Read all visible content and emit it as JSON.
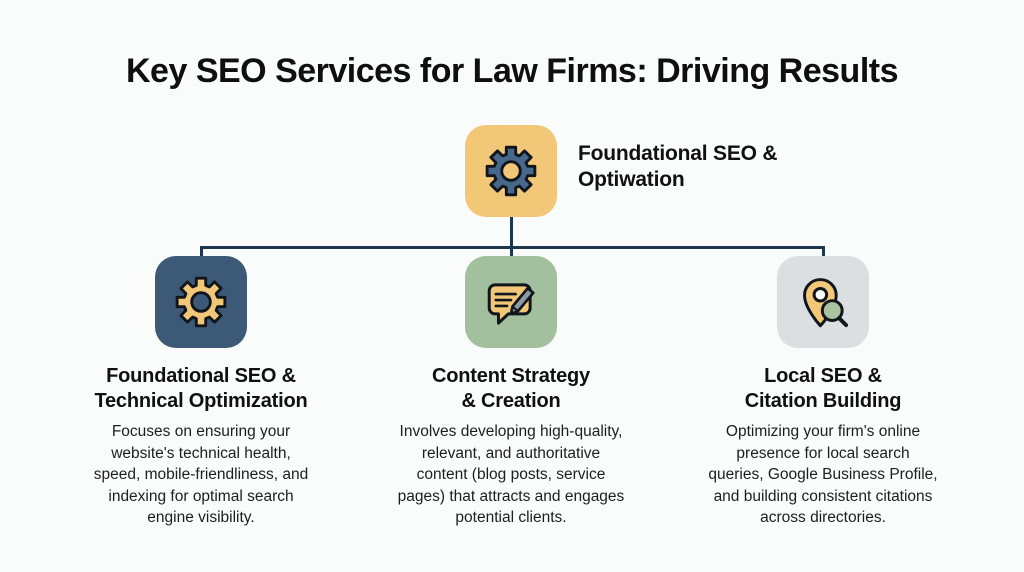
{
  "title": "Key SEO Services for Law Firms: Driving Results",
  "colors": {
    "background": "#fafbfb",
    "connector_line": "#1c384f",
    "tile_yellow": "#f2c778",
    "tile_dark_blue": "#3c5a78",
    "tile_green": "#a2c09d",
    "tile_gray": "#dcdfe2",
    "gear_slate": "#46688a",
    "pencil_gray": "#8d99a6",
    "lens_green": "#a9c3a0",
    "icon_outline": "#10161c"
  },
  "root_node": {
    "icon": "gear-icon",
    "label": [
      "Foundational SEO &",
      "Optiwation"
    ]
  },
  "branches": [
    {
      "icon": "gear-icon",
      "heading": [
        "Foundational SEO &",
        "Technical Optimization"
      ],
      "description": [
        "Focuses on ensuring your",
        "website's technical health,",
        "speed, mobile-friendliness, and",
        "indexing for optimal search",
        "engine visibility."
      ]
    },
    {
      "icon": "content-writing-icon",
      "heading": [
        "Content Strategy",
        "& Creation"
      ],
      "description": [
        "Involves developing high-quality,",
        "relevant, and authoritative",
        "content (blog posts, service",
        "pages) that attracts and engages",
        "potential clients."
      ]
    },
    {
      "icon": "location-search-icon",
      "heading": [
        "Local SEO &",
        "Citation Building"
      ],
      "description": [
        "Optimizing your firm's online",
        "presence for local search",
        "queries, Google Business Profile,",
        "and building consistent citations",
        "across directories."
      ]
    }
  ]
}
